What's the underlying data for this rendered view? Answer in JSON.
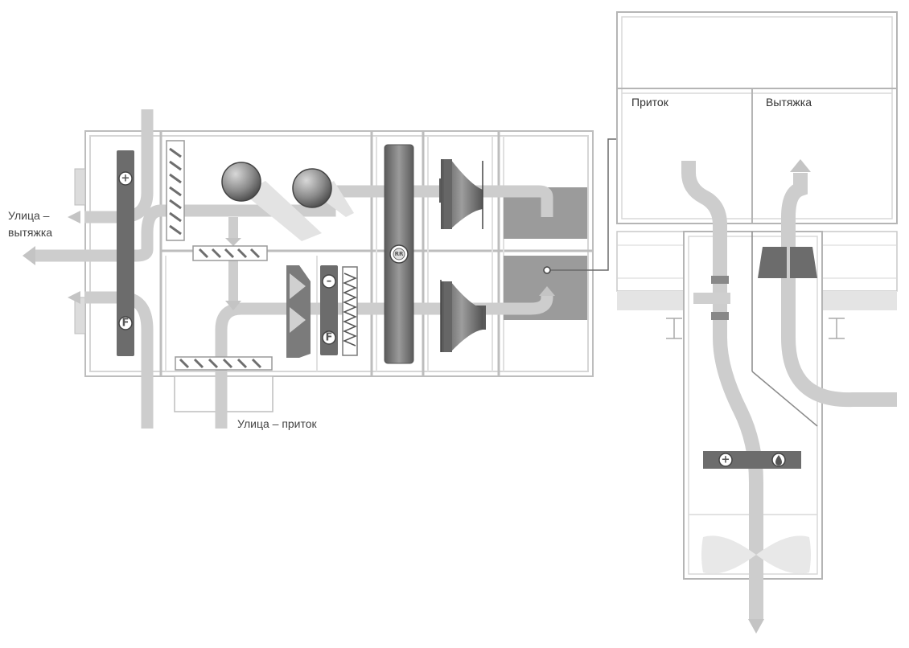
{
  "labels": {
    "street_exhaust_line1": "Улица –",
    "street_exhaust_line2": "вытяжка",
    "street_supply": "Улица – приток",
    "supply": "Приток",
    "exhaust": "Вытяжка"
  },
  "symbols": {
    "heater": "+",
    "cooler": "–",
    "filter": "F",
    "recuperator": "RR",
    "humidifier": "drop-icon"
  },
  "colors": {
    "frame": "#b9b9b9",
    "duct": "#cfcfcf",
    "duct_dark": "#a9a9a9",
    "component": "#6e6e6e",
    "section_fill": "#9a9a9a"
  }
}
